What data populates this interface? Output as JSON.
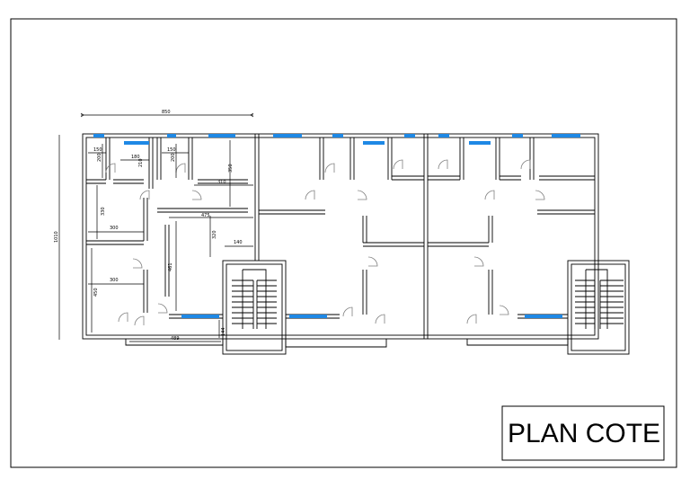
{
  "title_block": {
    "title": "PLAN COTE"
  },
  "dimensions": {
    "overall_width": "850",
    "overall_height": "1010",
    "d150a": "150",
    "d150b": "150",
    "d180": "180",
    "d200a": "200",
    "d200b": "200",
    "d210": "210",
    "d310": "310",
    "d350": "350",
    "d475": "475",
    "d330": "330",
    "d300a": "300",
    "d300b": "300",
    "d320": "320",
    "d140": "140",
    "d461": "461",
    "d450": "450",
    "d489": "489",
    "d144": "144"
  },
  "colors": {
    "line": "#000000",
    "window": "#1e88e5",
    "door": "#808080",
    "paper": "#ffffff"
  }
}
